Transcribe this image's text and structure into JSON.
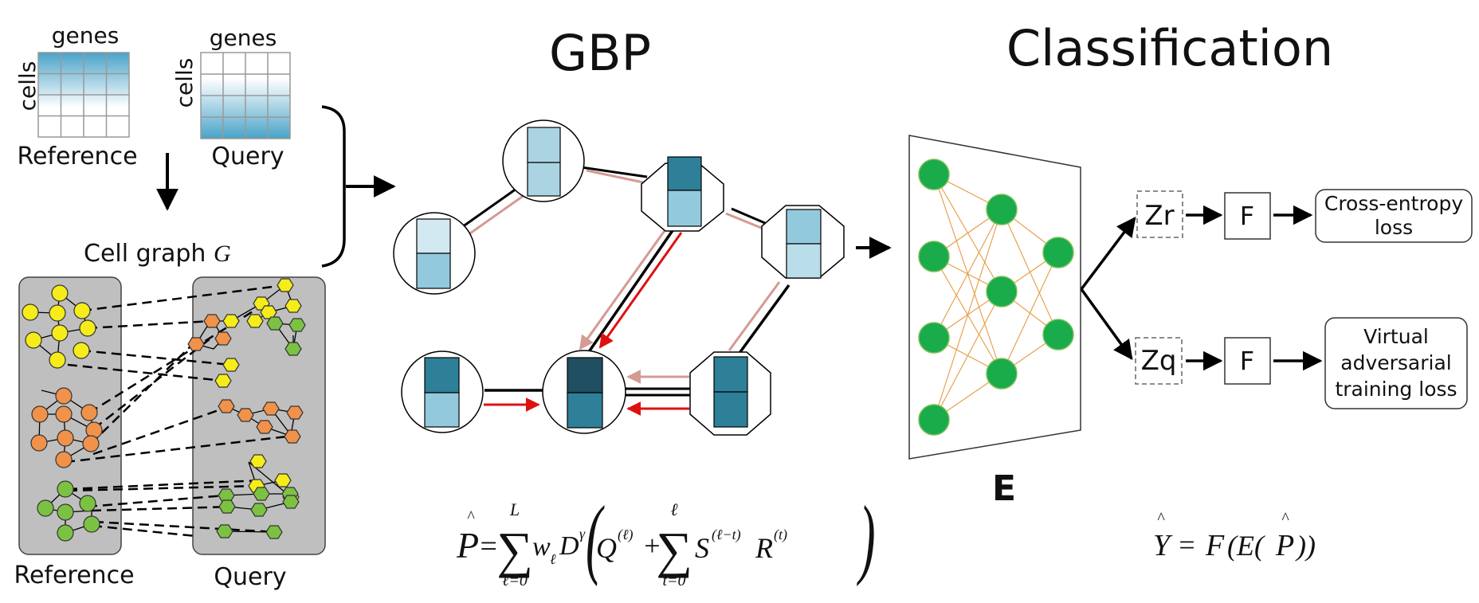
{
  "input_panel": {
    "genes_label_ref": "genes",
    "cells_label_ref": "cells",
    "reference_label": "Reference",
    "genes_label_query": "genes",
    "cells_label_query": "cells",
    "query_label": "Query",
    "cell_graph_label": "Cell graph",
    "cell_graph_symbol": "G",
    "graph_reference_label": "Reference",
    "graph_query_label": "Query"
  },
  "gbp": {
    "title": "GBP",
    "formula": {
      "lhs": "P",
      "hat": "^",
      "eq": "=",
      "sum_top": "L",
      "sum_bottom": "ℓ=0",
      "weight": "w",
      "weight_sub": "ℓ",
      "degree": "D",
      "degree_sup": "γ",
      "q": "Q",
      "q_sup": "(ℓ)",
      "plus": "+",
      "inner_sum_top": "ℓ",
      "inner_sum_bottom": "t=0",
      "s": "S",
      "s_sup": "(ℓ−t)",
      "r": "R",
      "r_sup": "(t)"
    }
  },
  "classification": {
    "title": "Classification",
    "encoder_label": "E",
    "zr_label": "Zr",
    "zq_label": "Zq",
    "f_top_label": "F",
    "f_bottom_label": "F",
    "loss_top_line1": "Cross-entropy",
    "loss_top_line2": "loss",
    "loss_bottom_line1": "Virtual",
    "loss_bottom_line2": "adversarial",
    "loss_bottom_line3": "training loss",
    "formula": {
      "y": "Y",
      "hat": "^",
      "eq": "=",
      "f": "F",
      "open": "(E(",
      "p": "P",
      "close": "))"
    }
  },
  "colors": {
    "yellow_node": "#f5ec1a",
    "orange_node": "#f0924a",
    "green_node": "#7cc242",
    "panel_gray": "#bfbfbf",
    "nn_green": "#1aab4a",
    "nn_edge": "#e69b42",
    "red_arrow": "#e01010",
    "pink_edge": "#d49a94"
  }
}
